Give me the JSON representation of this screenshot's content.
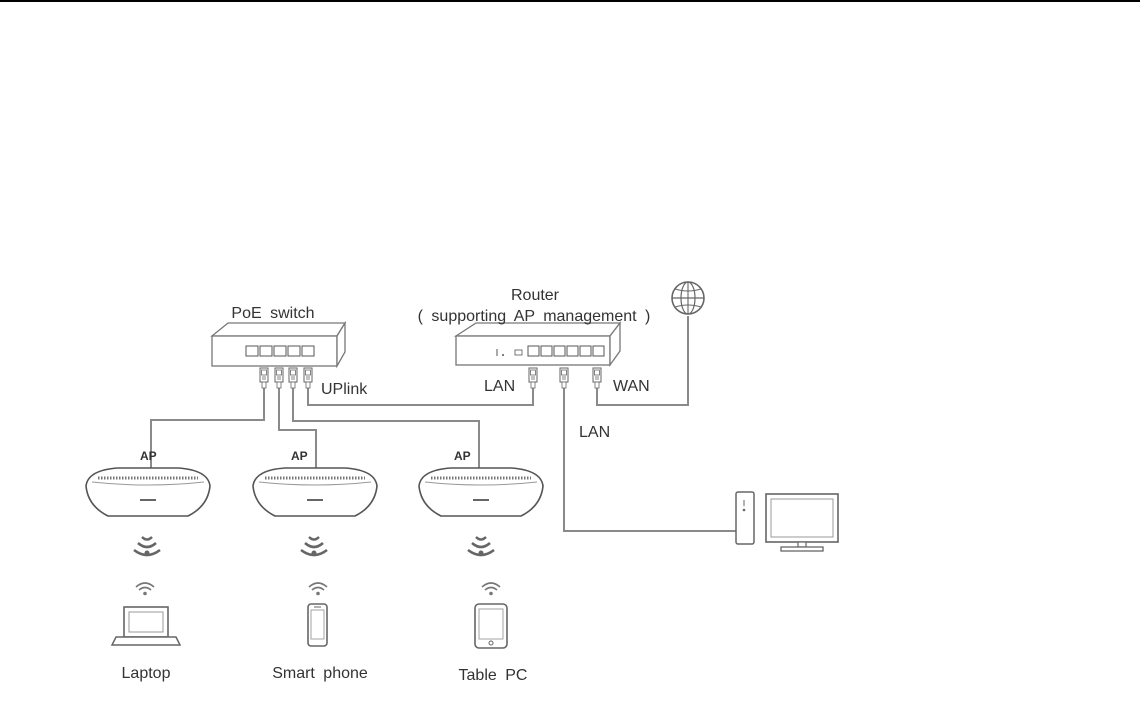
{
  "labels": {
    "poe_switch": "PoE switch",
    "router": "Router",
    "router_sub": "( supporting AP management )",
    "uplink": "UPlink",
    "lan_left": "LAN",
    "wan": "WAN",
    "lan_down": "LAN",
    "ap1": "AP",
    "ap2": "AP",
    "ap3": "AP",
    "laptop": "Laptop",
    "smartphone": "Smart phone",
    "tablet": "Table PC"
  },
  "icons": [
    "poe-switch-icon",
    "router-icon",
    "globe-icon",
    "access-point-icon",
    "wifi-signal-icon",
    "laptop-icon",
    "smartphone-icon",
    "tablet-icon",
    "desktop-pc-icon",
    "rj45-connector-icon"
  ],
  "colors": {
    "cable": "#8a8a8a",
    "outline": "#777777",
    "text": "#333333"
  }
}
